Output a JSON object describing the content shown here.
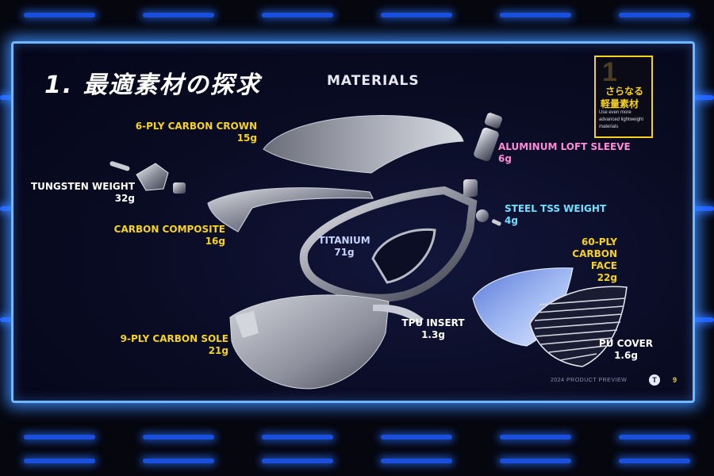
{
  "slide": {
    "title": "1. 最適素材の探求",
    "subtitle": "MATERIALS",
    "badge": {
      "number": "1",
      "line1": "さらなる",
      "line2": "軽量素材",
      "note": "Use even more advanced lightweight materials"
    },
    "footer": "2024 PRODUCT PREVIEW",
    "logo_mark": "T",
    "page_number": "9"
  },
  "components": {
    "crown": {
      "name": "6-PLY CARBON CROWN",
      "weight": "15g"
    },
    "tungsten": {
      "name": "TUNGSTEN WEIGHT",
      "weight": "32g"
    },
    "composite": {
      "name": "CARBON COMPOSITE",
      "weight": "16g"
    },
    "titanium": {
      "name": "TITANIUM",
      "weight": "71g"
    },
    "sole": {
      "name": "9-PLY CARBON SOLE",
      "weight": "21g"
    },
    "sleeve": {
      "name": "ALUMINUM LOFT SLEEVE",
      "weight": "6g"
    },
    "tss": {
      "name": "STEEL TSS WEIGHT",
      "weight": "4g"
    },
    "face": {
      "name": "60-PLY CARBON FACE",
      "weight": "22g"
    },
    "tpu": {
      "name": "TPU INSERT",
      "weight": "1.3g"
    },
    "pu": {
      "name": "PU COVER",
      "weight": "1.6g"
    }
  },
  "colors": {
    "label_yellow": "#f6d31e",
    "label_pink": "#ff8ad8",
    "label_cyan": "#6fe0ff",
    "screen_border": "#6fb8ff",
    "led_blue": "#1e5cff"
  }
}
